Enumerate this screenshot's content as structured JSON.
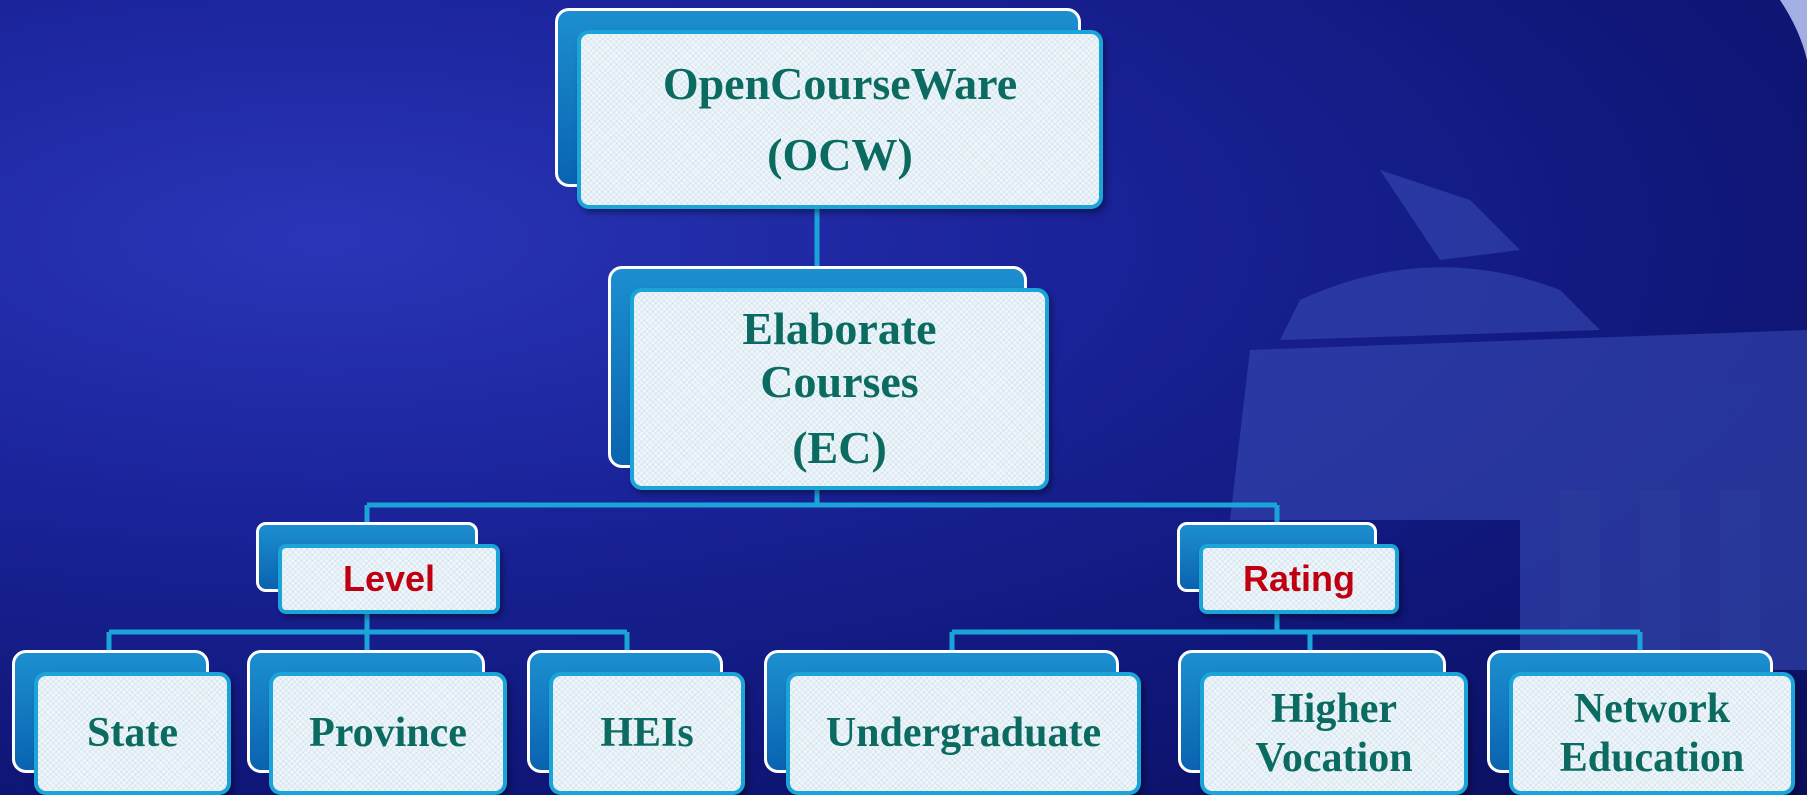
{
  "root": {
    "line1": "OpenCourseWare",
    "line2": "(OCW)"
  },
  "mid": {
    "line1": "Elaborate",
    "line2": "Courses",
    "line3": "(EC)"
  },
  "categories": {
    "level": "Level",
    "rating": "Rating"
  },
  "level_items": [
    "State",
    "Province",
    "HEIs"
  ],
  "rating_items": [
    {
      "line1": "Undergraduate",
      "line2": ""
    },
    {
      "line1": "Higher",
      "line2": "Vocation"
    },
    {
      "line1": "Network",
      "line2": "Education"
    }
  ],
  "colors": {
    "text": "#0b6b61",
    "category_text": "#c00010",
    "connector": "#1aa4d8",
    "background": "#1a2399"
  }
}
